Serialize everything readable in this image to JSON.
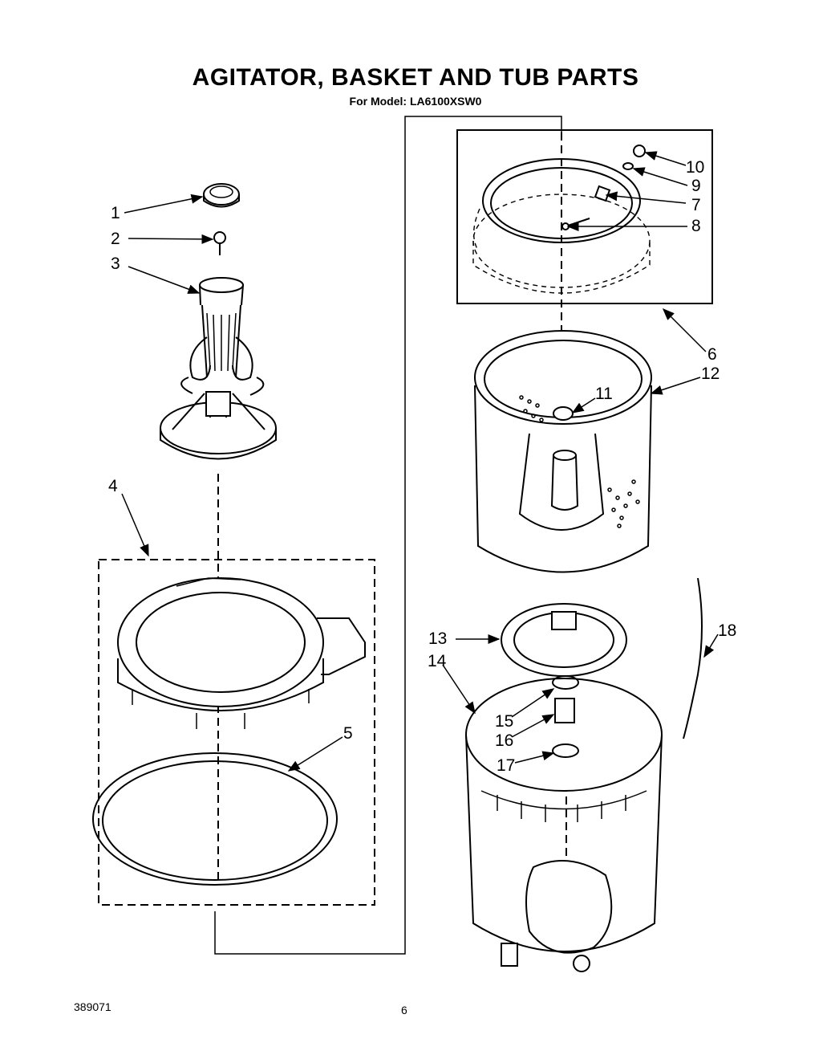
{
  "title": "AGITATOR, BASKET AND TUB PARTS",
  "subtitle": "For Model: LA6100XSW0",
  "doc_number": "389071",
  "page_number": "6",
  "callouts": [
    "1",
    "2",
    "3",
    "4",
    "5",
    "6",
    "7",
    "8",
    "9",
    "10",
    "11",
    "12",
    "13",
    "14",
    "15",
    "16",
    "17",
    "18"
  ]
}
